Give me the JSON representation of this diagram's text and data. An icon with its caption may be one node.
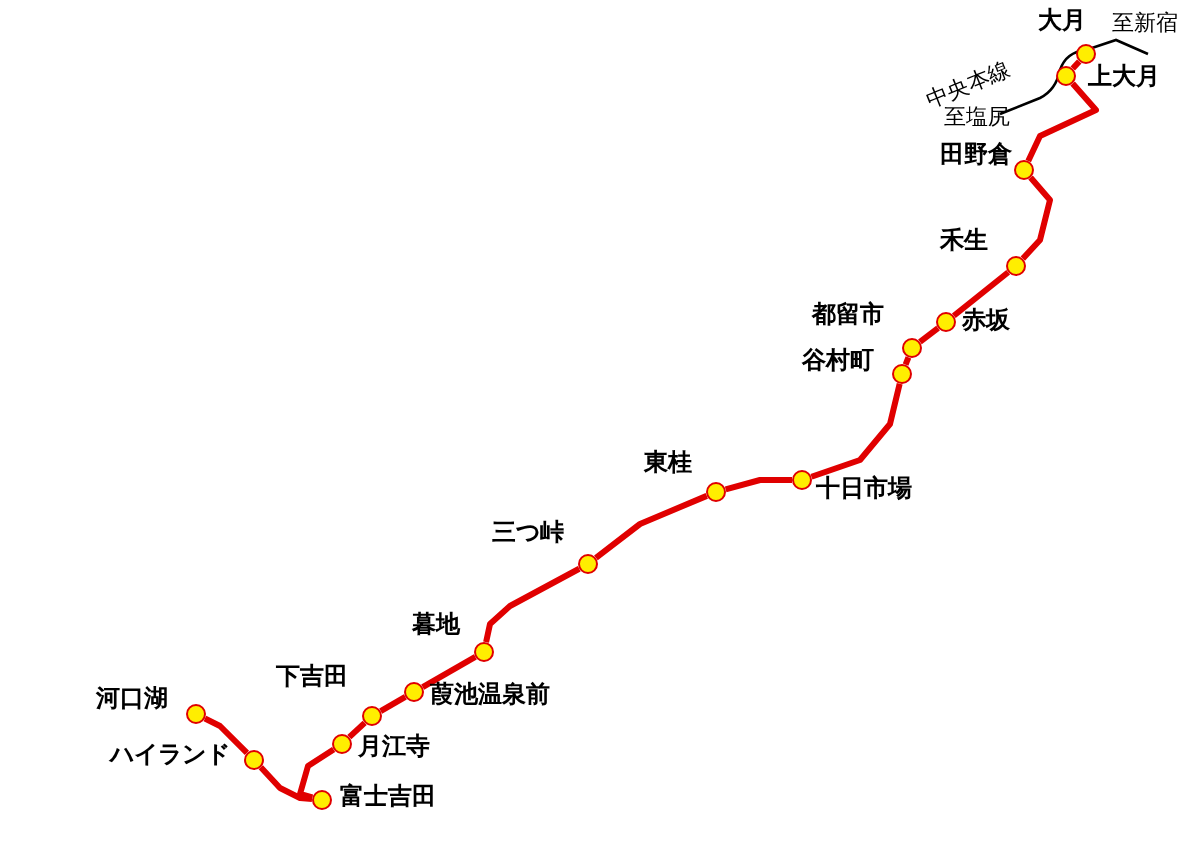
{
  "diagram": {
    "nodes": [
      {
        "text": [
          "大月"
        ]
      },
      {
        "text": [
          "上大月"
        ]
      },
      {
        "text": [
          "田野倉"
        ]
      },
      {
        "text": [
          "禾生"
        ]
      },
      {
        "text": [
          "赤坂"
        ]
      },
      {
        "text": [
          "都留市"
        ]
      },
      {
        "text": [
          "谷村町"
        ]
      },
      {
        "text": [
          "十日市場"
        ]
      },
      {
        "text": [
          "東桂"
        ]
      },
      {
        "text": [
          "三つ峠"
        ]
      },
      {
        "text": [
          "暮地"
        ]
      },
      {
        "text": [
          "葭池温泉前"
        ]
      },
      {
        "text": [
          "下吉田"
        ]
      },
      {
        "text": [
          "月江寺"
        ]
      },
      {
        "text": [
          "富士吉田"
        ]
      },
      {
        "text": [
          "ハイランド"
        ]
      },
      {
        "text": [
          "河口湖"
        ]
      }
    ],
    "edges": [
      {
        "from": 16,
        "to": 15,
        "arrow": "none"
      },
      {
        "from": 15,
        "to": 14,
        "arrow": "none"
      },
      {
        "from": 14,
        "to": 13,
        "arrow": "none"
      },
      {
        "from": 13,
        "to": 12,
        "arrow": "none"
      },
      {
        "from": 12,
        "to": 11,
        "arrow": "none"
      },
      {
        "from": 11,
        "to": 10,
        "arrow": "none"
      },
      {
        "from": 10,
        "to": 9,
        "arrow": "none"
      },
      {
        "from": 9,
        "to": 8,
        "arrow": "none"
      },
      {
        "from": 8,
        "to": 7,
        "arrow": "none"
      },
      {
        "from": 7,
        "to": 6,
        "arrow": "none"
      },
      {
        "from": 6,
        "to": 5,
        "arrow": "none"
      },
      {
        "from": 5,
        "to": 4,
        "arrow": "none"
      },
      {
        "from": 4,
        "to": 3,
        "arrow": "none"
      },
      {
        "from": 3,
        "to": 2,
        "arrow": "none"
      },
      {
        "from": 2,
        "to": 1,
        "arrow": "none"
      },
      {
        "from": 1,
        "to": 0,
        "arrow": "none"
      }
    ],
    "labels": [
      "至新宿",
      "中央本線",
      "至塩尻"
    ]
  }
}
